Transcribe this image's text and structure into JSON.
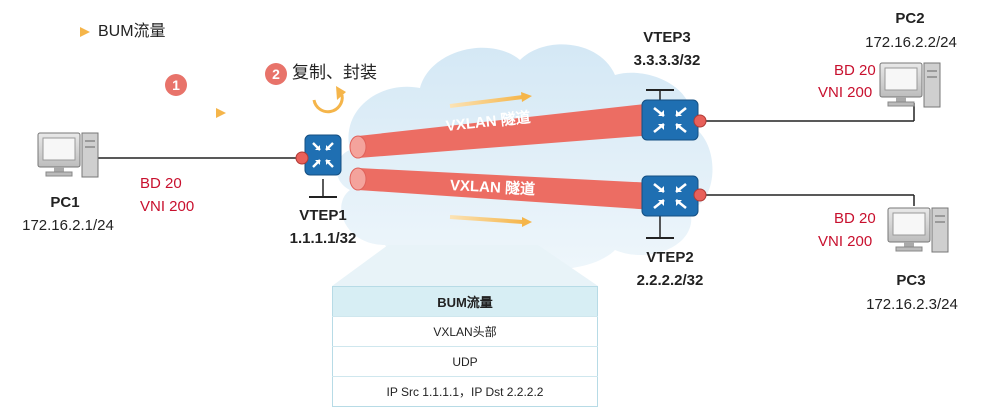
{
  "legend": {
    "label": "BUM流量",
    "arrow_color": "#f7c978"
  },
  "steps": [
    {
      "number": "1"
    },
    {
      "number": "2",
      "label": "复制、封装"
    }
  ],
  "devices": {
    "pc1": {
      "name": "PC1",
      "ip": "172.16.2.1/24",
      "bd": "BD 20",
      "vni": "VNI 200"
    },
    "pc2": {
      "name": "PC2",
      "ip": "172.16.2.2/24",
      "bd": "BD 20",
      "vni": "VNI 200"
    },
    "pc3": {
      "name": "PC3",
      "ip": "172.16.2.3/24",
      "bd": "BD 20",
      "vni": "VNI 200"
    },
    "vtep1": {
      "name": "VTEP1",
      "ip": "1.1.1.1/32"
    },
    "vtep2": {
      "name": "VTEP2",
      "ip": "2.2.2.2/32"
    },
    "vtep3": {
      "name": "VTEP3",
      "ip": "3.3.3.3/32"
    }
  },
  "tunnels": [
    {
      "label": "VXLAN 隧道"
    },
    {
      "label": "VXLAN 隧道"
    }
  ],
  "packet": {
    "title": "BUM流量",
    "layers": [
      "VXLAN头部",
      "UDP",
      "IP Src 1.1.1.1，IP Dst 2.2.2.2"
    ]
  },
  "colors": {
    "tunnel": "#ec6d63",
    "router": "#1f6fb2",
    "cloud": "#dcedf7",
    "badge": "#e8736a",
    "accent_text": "#c8102e"
  }
}
